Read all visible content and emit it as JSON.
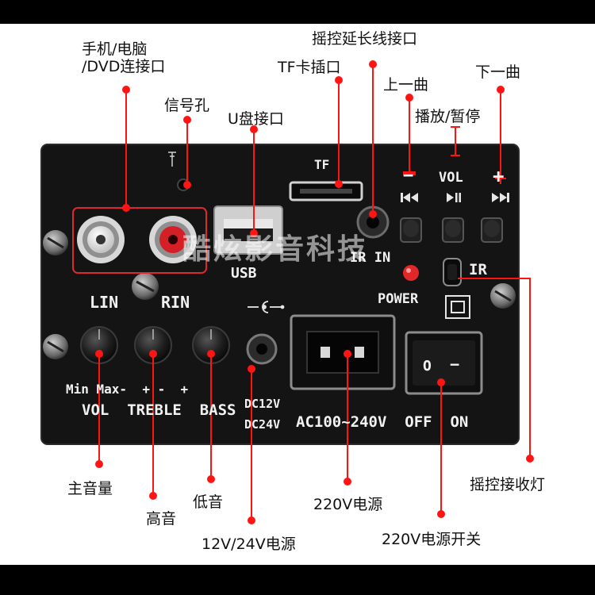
{
  "callouts": {
    "phone_pc_dvd": "手机/电脑\n/DVD连接口",
    "signal_hole": "信号孔",
    "usb_port": "U盘接口",
    "tf_slot": "TF卡插口",
    "remote_ext": "摇控延长线接口",
    "prev_track": "上一曲",
    "next_track": "下一曲",
    "play_pause": "播放/暂停",
    "main_volume": "主音量",
    "treble": "高音",
    "bass": "低音",
    "dc_power": "12V/24V电源",
    "ac_power": "220V电源",
    "ac_switch": "220V电源开关",
    "ir_lamp": "摇控接收灯"
  },
  "panel": {
    "tf": "TF",
    "usb": "USB",
    "vol_label": "VOL",
    "vol_minus": "−",
    "vol_plus": "+",
    "ir_in": "IR IN",
    "ir": "IR",
    "power": "POWER",
    "lin": "LIN",
    "rin": "RIN",
    "knob_row1": "Min Max-  + -  +",
    "knob_row2": "VOL  TREBLE  BASS",
    "dc_line1": "DC12V",
    "dc_line2": "DC24V",
    "ac_row": "AC100~240V  OFF  ON",
    "switch_off_mark": "O",
    "switch_on_mark": "−"
  },
  "watermark": "酷炫影音科技",
  "colors": {
    "panel": "#141414",
    "callout_line": "#ff1414",
    "outline_box": "#e0262e",
    "power_led": "#e12828"
  },
  "icons": {
    "prev": "skip-previous-icon",
    "play_pause": "play-pause-icon",
    "next": "skip-next-icon",
    "antenna": "antenna-icon",
    "dc_polarity": "dc-polarity-icon"
  }
}
